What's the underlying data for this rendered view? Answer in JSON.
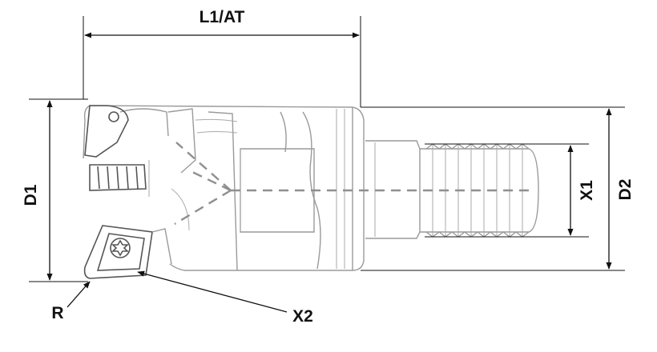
{
  "labels": {
    "l1": "L1/AT",
    "d1": "D1",
    "d2": "D2",
    "x1": "X1",
    "x2": "X2",
    "r": "R"
  },
  "colors": {
    "dimension": "#111111",
    "tool_outline": "#9a9a9a",
    "coolant_path": "#8f8f8f"
  }
}
